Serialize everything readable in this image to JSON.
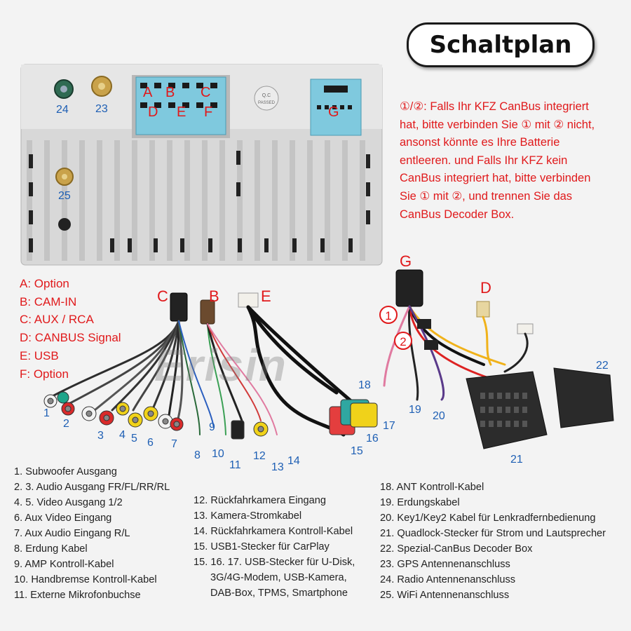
{
  "title": "Schaltplan",
  "canbus_note": {
    "lines": [
      "①/②: Falls Ihr KFZ CanBus integriert",
      "hat, bitte verbinden Sie ① mit ② nicht,",
      "ansonst könnte es Ihre Batterie",
      "entleeren. und Falls Ihr KFZ kein",
      "CanBus integriert hat, bitte verbinden",
      "Sie ① mit ②, und trennen Sie das",
      "CanBus Decoder Box."
    ]
  },
  "connector_legend": [
    "A: Option",
    "B: CAM-IN",
    "C: AUX / RCA",
    "D: CANBUS Signal",
    "E: USB",
    "F: Option"
  ],
  "watermark": "Erisin",
  "panel_letters": [
    "A",
    "B",
    "C",
    "D",
    "E",
    "F",
    "G"
  ],
  "panel_numbers": [
    "24",
    "23",
    "25"
  ],
  "qc_sticker": [
    "Q.C",
    "PASSED"
  ],
  "harness_letters": [
    "C",
    "B",
    "E",
    "G",
    "D"
  ],
  "harness_circles": [
    "1",
    "2"
  ],
  "harness_numbers": [
    "1",
    "2",
    "3",
    "4",
    "5",
    "6",
    "7",
    "8",
    "9",
    "10",
    "11",
    "12",
    "13",
    "14",
    "15",
    "16",
    "17",
    "18",
    "19",
    "20",
    "21",
    "22"
  ],
  "list_left": [
    "1. Subwoofer Ausgang",
    "2. 3. Audio Ausgang FR/FL/RR/RL",
    "4. 5. Video Ausgang 1/2",
    "6. Aux Video Eingang",
    "7. Aux Audio Eingang R/L",
    "8. Erdung Kabel",
    "9. AMP Kontroll-Kabel",
    "10. Handbremse Kontroll-Kabel",
    "11. Externe Mikrofonbuchse"
  ],
  "list_middle": [
    "12. Rückfahrkamera Eingang",
    "13. Kamera-Stromkabel",
    "14. Rückfahrkamera Kontroll-Kabel",
    "15. USB1-Stecker für CarPlay",
    "15. 16. 17. USB-Stecker für U-Disk,",
    "3G/4G-Modem, USB-Kamera,",
    "DAB-Box, TPMS, Smartphone"
  ],
  "list_right": [
    "18. ANT Kontroll-Kabel",
    "19. Erdungskabel",
    "20. Key1/Key2 Kabel für Lenkradfernbedienung",
    "21. Quadlock-Stecker für Strom und Lautsprecher",
    "22. Spezial-CanBus Decoder Box",
    "23. GPS Antennenanschluss",
    "24. Radio Antennenanschluss",
    "25. WiFi Antennenanschluss"
  ],
  "colors": {
    "red_text": "#e0191b",
    "blue_label": "#1e5fb4",
    "connector_blue": "#7fc9de",
    "panel_silver": "#d9d9d9"
  }
}
